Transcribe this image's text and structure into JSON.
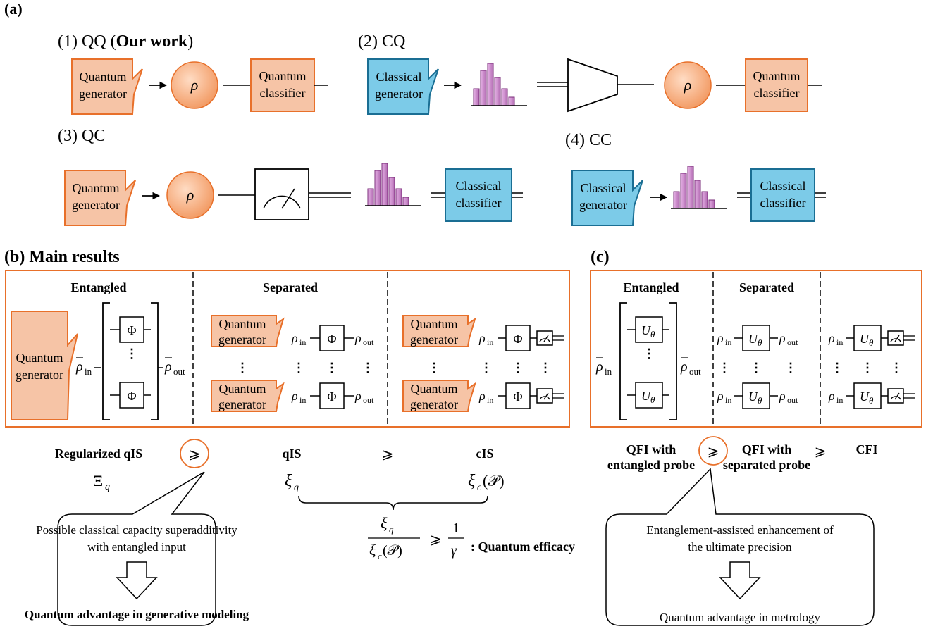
{
  "colors": {
    "quantum": "#f6c4a6",
    "quantum_border": "#e8702a",
    "classical": "#7ccbe8",
    "bar": "#cc99cc",
    "bar_border": "#7a2d7a"
  },
  "panel_a": {
    "tag": "(a)",
    "qq_prefix": "(1)  QQ (",
    "qq_our_work": "Our work",
    "qq_suffix": ")",
    "cq_title": "(2)  CQ",
    "qc_title": "(3)  QC",
    "cc_title": "(4)  CC",
    "quantum": "Quantum",
    "classical": "Classical",
    "generator": "generator",
    "classifier": "classifier",
    "rho": "ρ"
  },
  "panel_b": {
    "title": "(b) Main results",
    "entangled": "Entangled",
    "separated": "Separated",
    "phi": "Φ",
    "rho": "ρ",
    "sub_in": "in",
    "sub_out": "out",
    "regularized_qis": "Regularized qIS",
    "qis": "qIS",
    "cis": "cIS",
    "geq": "⩾",
    "Xi": "Ξ",
    "xi": "ξ",
    "sub_q": "q",
    "sub_c": "c",
    "P": "(𝒫)",
    "one": "1",
    "gamma": "γ",
    "quantum_efficacy": ": Quantum efficacy",
    "callout_line1": "Possible classical capacity superadditivity",
    "callout_line2": "with entangled input",
    "callout_result": "Quantum advantage in generative modeling"
  },
  "panel_c": {
    "title": "(c)",
    "entangled": "Entangled",
    "separated": "Separated",
    "U": "U",
    "theta": "θ",
    "qfi_entangled_1": "QFI with",
    "qfi_entangled_2": "entangled probe",
    "qfi_separated_1": "QFI with",
    "qfi_separated_2": "separated probe",
    "cfi": "CFI",
    "callout_line1": "Entanglement-assisted enhancement of",
    "callout_line2": "the ultimate precision",
    "callout_result": "Quantum advantage in metrology"
  }
}
